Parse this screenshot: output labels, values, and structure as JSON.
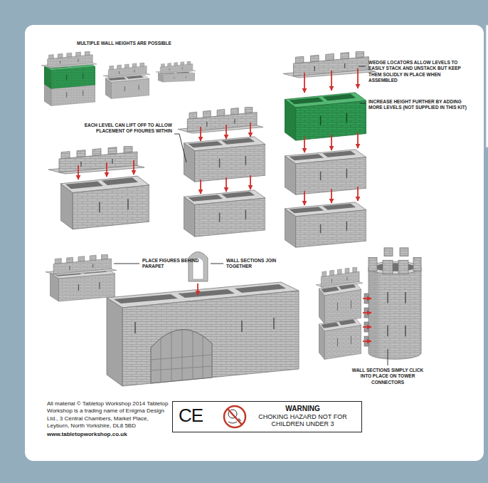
{
  "diagram": {
    "nodes": [
      {
        "text": [
          "CE",
          "WARNING",
          "CHOKING HAZARD NOT FOR CHILDREN UNDER 3"
        ]
      }
    ],
    "labels": [
      "MULTIPLE WALL HEIGHTS ARE POSSIBLE",
      "WEDGE LOCATORS ALLOW LEVELS TO EASILY STACK AND UNSTACK BUT KEEP THEM SOLIDLY IN PLACE WHEN ASSEMBLED",
      "INCREASE HEIGHT FURTHER BY ADDING MORE LEVELS (NOT SUPPLIED IN THIS KIT)",
      "EACH LEVEL CAN LIFT OFF TO ALLOW PLACEMENT OF FIGURES WITHIN",
      "PLACE FIGURES BEHIND PARAPET",
      "WALL SECTIONS JOIN TOGETHER",
      "WALL SECTIONS SIMPLY CLICK INTO PLACE ON TOWER CONNECTORS",
      "All material © Tabletop Workshop 2014 Tabletop Workshop is a trading name of Enigma Design Ltd., 3 Central Chambers, Market Place, Leyburn, North Yorkshire, DL8 5BD",
      "www.tabletopworkshop.co.uk"
    ]
  }
}
